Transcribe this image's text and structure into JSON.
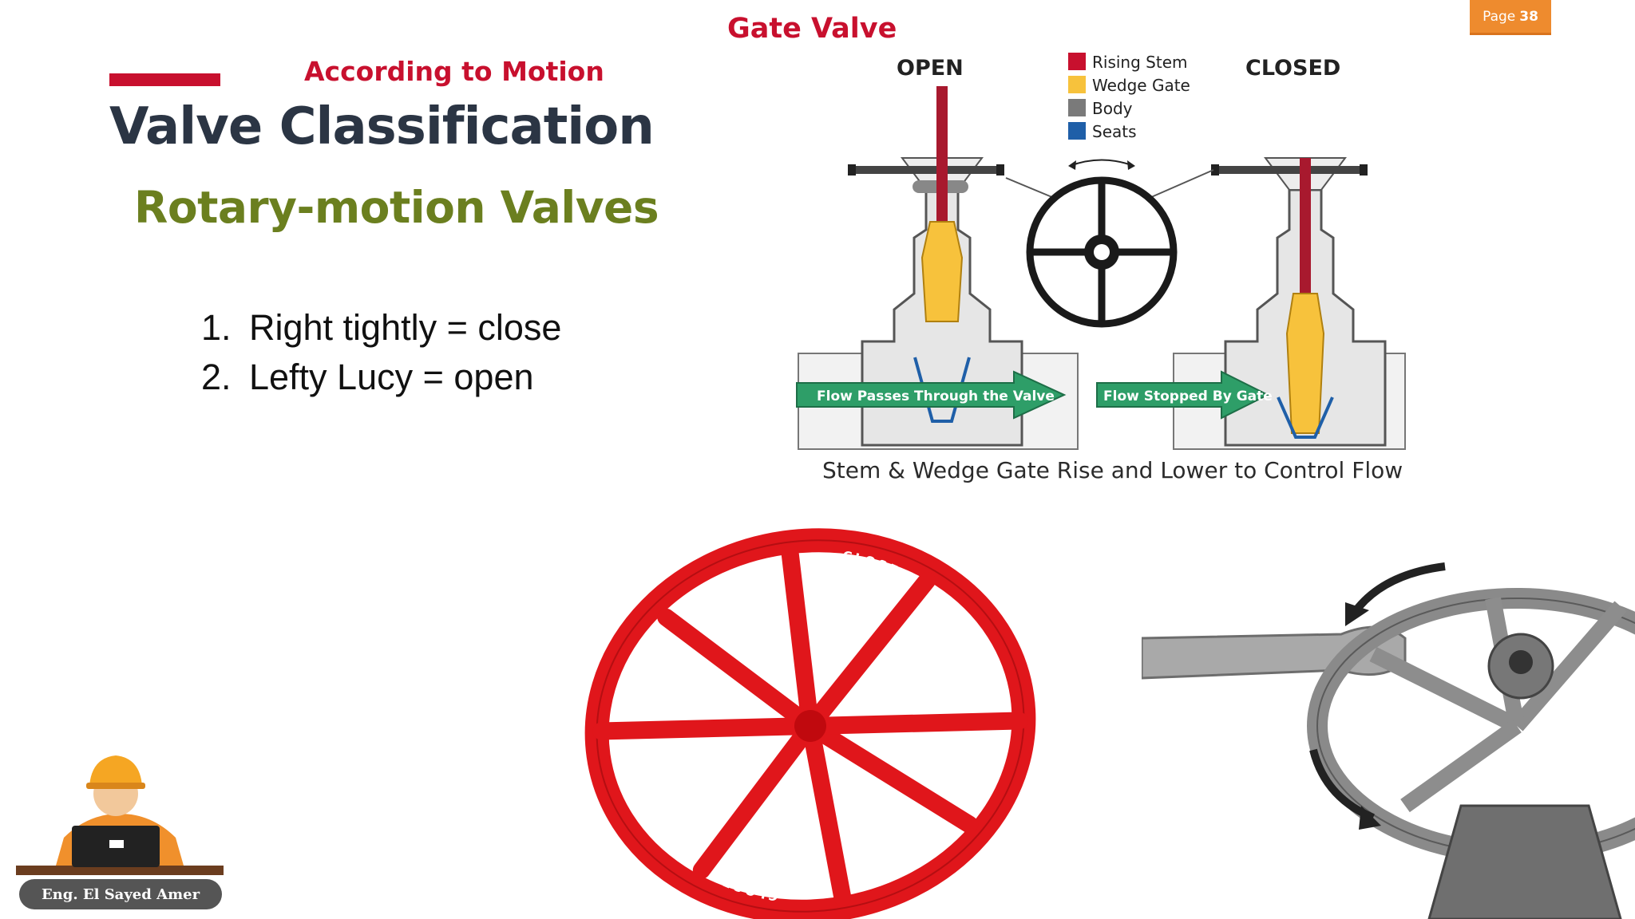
{
  "page": {
    "label": "Page",
    "number": "38"
  },
  "header": {
    "subtitle": "According to Motion",
    "title": "Valve Classification",
    "section": "Rotary-motion Valves"
  },
  "rules": [
    {
      "num": "1.",
      "text": "Right tightly = close"
    },
    {
      "num": "2.",
      "text": "Lefty Lucy = open"
    }
  ],
  "diagram": {
    "title": "Gate Valve",
    "open_label": "OPEN",
    "closed_label": "CLOSED",
    "legend": [
      {
        "label": "Rising Stem",
        "color": "#c8102e"
      },
      {
        "label": "Wedge Gate",
        "color": "#f7c23c"
      },
      {
        "label": "Body",
        "color": "#7a7a7a"
      },
      {
        "label": "Seats",
        "color": "#1f5fa8"
      }
    ],
    "flow_open": "Flow Passes Through the Valve",
    "flow_closed": "Flow Stopped By Gate",
    "caption": "Stem & Wedge Gate Rise and Lower to Control Flow"
  },
  "handwheel": {
    "open_text": "OPEN",
    "close_text": "CLOSE",
    "color": "#e0161b"
  },
  "author": {
    "name": "Eng. El Sayed Amer"
  }
}
